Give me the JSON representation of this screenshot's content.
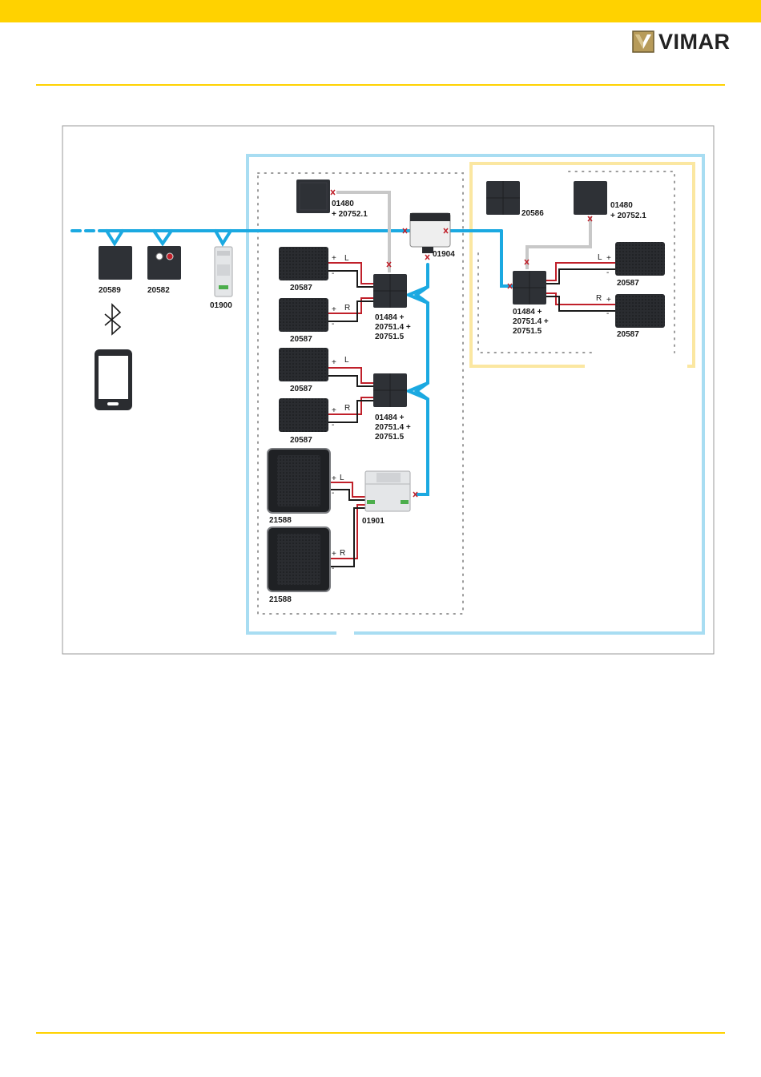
{
  "brand": {
    "name": "VIMAR"
  },
  "colors": {
    "accent": "#FFD200",
    "bus": "#1BA9E1",
    "zone_blue": "#A8DDF2",
    "zone_yellow": "#FBE7A1",
    "wire_red": "#C0202A",
    "wire_black": "#1a1a1a",
    "wire_gray": "#C8C8C8",
    "device": "#2E3136"
  },
  "devices": {
    "d20589": "20589",
    "d20582": "20582",
    "d01900": "01900",
    "top01480": [
      "01480",
      "+ 20752.1"
    ],
    "d01904": "01904",
    "d20586": "20586",
    "right01480": [
      "01480",
      "+ 20752.1"
    ],
    "amp1": [
      "01484 +",
      "20751.4 +",
      "20751.5"
    ],
    "amp2": [
      "01484 +",
      "20751.4 +",
      "20751.5"
    ],
    "amp3": [
      "01484 +",
      "20751.4 +",
      "20751.5"
    ],
    "spk1": "20587",
    "spk2": "20587",
    "spk3": "20587",
    "spk4": "20587",
    "spk5": "20587",
    "spk6": "20587",
    "big1": "21588",
    "big2": "21588",
    "d01901": "01901"
  },
  "wires": {
    "plus": "+",
    "minus": "-",
    "left": "L",
    "right": "R"
  },
  "icons": [
    "bluetooth-icon",
    "smartphone-icon",
    "vimar-logo-icon"
  ]
}
